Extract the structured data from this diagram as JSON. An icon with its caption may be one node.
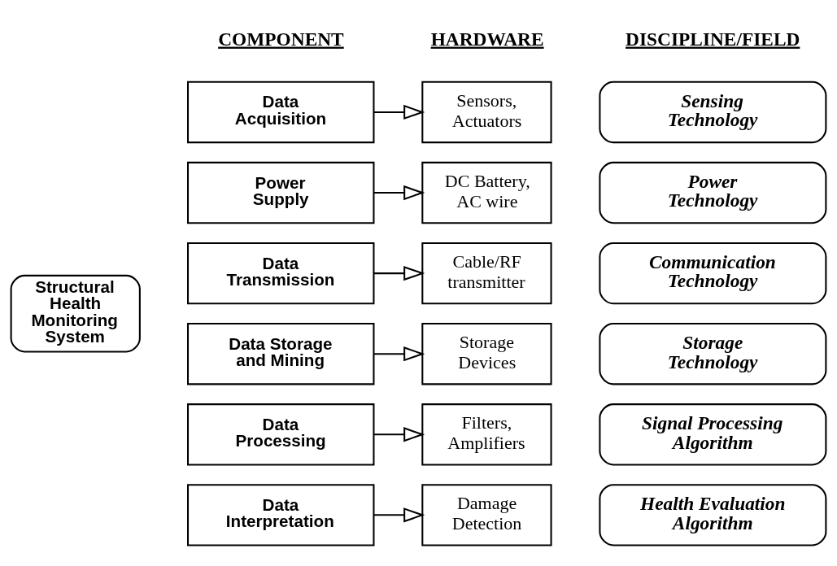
{
  "diagram": {
    "nodes": [
      {
        "text": [
          "Structural Health Monitoring System"
        ]
      },
      {
        "text": [
          "Data Acquisition"
        ]
      },
      {
        "text": [
          "Sensors, Actuators"
        ]
      },
      {
        "text": [
          "Sensing Technology"
        ]
      },
      {
        "text": [
          "Power Supply"
        ]
      },
      {
        "text": [
          "DC Battery, AC wire"
        ]
      },
      {
        "text": [
          "Power Technology"
        ]
      },
      {
        "text": [
          "Data Transmission"
        ]
      },
      {
        "text": [
          "Cable/RF transmitter"
        ]
      },
      {
        "text": [
          "Communication Technology"
        ]
      },
      {
        "text": [
          "Data Storage and Mining"
        ]
      },
      {
        "text": [
          "Storage Devices"
        ]
      },
      {
        "text": [
          "Storage Technology"
        ]
      },
      {
        "text": [
          "Data Processing"
        ]
      },
      {
        "text": [
          "Filters, Amplifiers"
        ]
      },
      {
        "text": [
          "Signal Processing Algorithm"
        ]
      },
      {
        "text": [
          "Data Interpretation"
        ]
      },
      {
        "text": [
          "Damage Detection"
        ]
      },
      {
        "text": [
          "Health Evaluation Algorithm"
        ]
      }
    ],
    "edges": [
      {
        "from": 1,
        "to": 2,
        "arrow": "to"
      },
      {
        "from": 4,
        "to": 5,
        "arrow": "to"
      },
      {
        "from": 7,
        "to": 8,
        "arrow": "to"
      },
      {
        "from": 10,
        "to": 11,
        "arrow": "to"
      },
      {
        "from": 13,
        "to": 14,
        "arrow": "to"
      },
      {
        "from": 16,
        "to": 17,
        "arrow": "to"
      }
    ],
    "labels": [
      "COMPONENT",
      "HARDWARE",
      "DISCIPLINE/FIELD"
    ]
  }
}
